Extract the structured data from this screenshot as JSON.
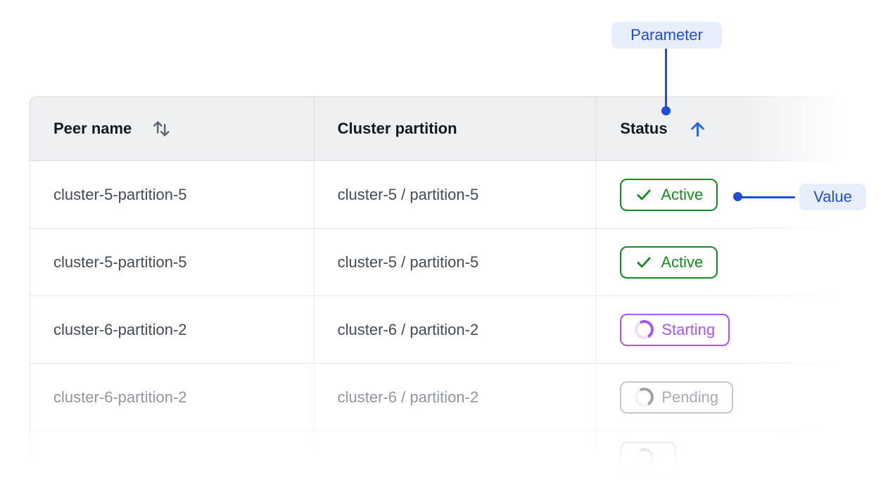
{
  "annotations": {
    "parameter": "Parameter",
    "value": "Value"
  },
  "accent": {
    "annotation_blue": "#1d4ed8",
    "annotation_pill_bg": "#e8eefc",
    "sort_arrow_blue": "#2563eb",
    "active_green": "#128d21",
    "starting_purple": "#a855f7",
    "pending_gray": "#6b737d"
  },
  "table": {
    "columns": [
      {
        "label": "Peer name",
        "sortable": true,
        "sort_state": "none"
      },
      {
        "label": "Cluster partition",
        "sortable": false
      },
      {
        "label": "Status",
        "sortable": true,
        "sort_state": "ascending"
      }
    ],
    "rows": [
      {
        "peer": "cluster-5-partition-5",
        "partition": "cluster-5 / partition-5",
        "status": "Active"
      },
      {
        "peer": "cluster-5-partition-5",
        "partition": "cluster-5 / partition-5",
        "status": "Active"
      },
      {
        "peer": "cluster-6-partition-2",
        "partition": "cluster-6 / partition-2",
        "status": "Starting"
      },
      {
        "peer": "cluster-6-partition-2",
        "partition": "cluster-6 / partition-2",
        "status": "Pending"
      },
      {
        "peer": "",
        "partition": "",
        "status": ""
      }
    ]
  }
}
